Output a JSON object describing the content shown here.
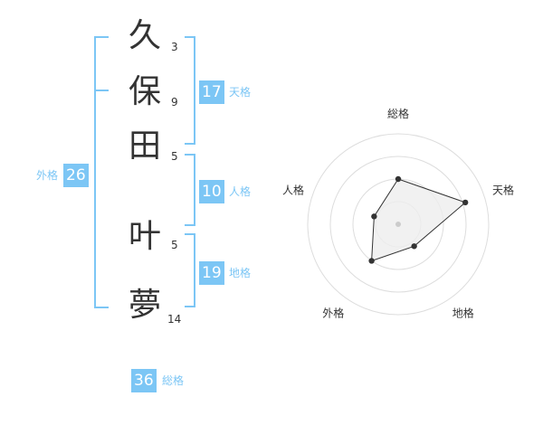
{
  "name_characters": [
    {
      "char": "久",
      "strokes": "3"
    },
    {
      "char": "保",
      "strokes": "9"
    },
    {
      "char": "田",
      "strokes": "5"
    },
    {
      "char": "叶",
      "strokes": "5"
    },
    {
      "char": "夢",
      "strokes": "14"
    }
  ],
  "fortunes": {
    "tenkaku": {
      "value": "17",
      "label": "天格"
    },
    "jinkaku": {
      "value": "10",
      "label": "人格"
    },
    "chikaku": {
      "value": "19",
      "label": "地格"
    },
    "gaikaku": {
      "value": "26",
      "label": "外格"
    },
    "soukaku": {
      "value": "36",
      "label": "総格"
    }
  },
  "chart_data": {
    "type": "radar",
    "axes": [
      "総格",
      "天格",
      "地格",
      "外格",
      "人格"
    ],
    "values": [
      0.5,
      0.78,
      0.3,
      0.5,
      0.28
    ],
    "scale": [
      0,
      1
    ],
    "rings": 4,
    "center_marker": true,
    "colors": {
      "ring": "#dddddd",
      "fill": "#eeeeee",
      "outline": "#333333",
      "point": "#333333",
      "center": "#cccccc"
    }
  },
  "colors": {
    "accent": "#7cc6f5",
    "text": "#333333"
  }
}
